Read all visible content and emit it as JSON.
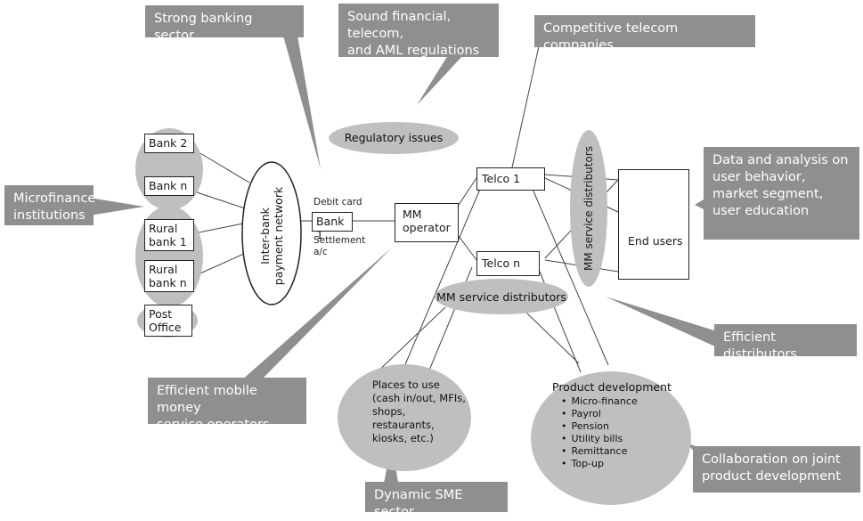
{
  "callouts": {
    "strong_banking": "Strong banking sector",
    "regulations": "Sound financial, telecom,\nand AML regulations and\npolicy",
    "telecom": "Competitive telecom companies",
    "microfinance": "Microfinance\ninstitutions",
    "data_analysis": "Data and analysis on\nuser behavior,\nmarket segment,\nuser education",
    "efficient_distributors": "Efficient distributors",
    "mm_operators": "Efficient mobile money\nservice operators",
    "sme": "Dynamic SME sector",
    "collaboration": "Collaboration on joint\nproduct development"
  },
  "nodes": {
    "bank2": "Bank 2",
    "bankn": "Bank n",
    "rural1": "Rural\nbank 1",
    "ruraln": "Rural\nbank n",
    "post_office": "Post\nOffice",
    "bank1": "Bank 1",
    "mm_operator": "MM\noperator",
    "telco1": "Telco 1",
    "telcon": "Telco n",
    "end_users": "End users"
  },
  "ellipses": {
    "interbank": "Inter-bank\npayment network",
    "regulatory": "Regulatory issues",
    "distributors_vertical": "MM service distributors",
    "distributors_horizontal": "MM service distributors",
    "places": "Places to use\n(cash in/out, MFIs,\nshops, restaurants,\nkiosks, etc.)"
  },
  "labels": {
    "debit_card": "Debit card",
    "settlement": "Settlement\na/c"
  },
  "product_development": {
    "title": "Product development",
    "items": [
      "Micro-finance",
      "Payrol",
      "Pension",
      "Utility bills",
      "Remittance",
      "Top-up"
    ]
  },
  "colors": {
    "callout": "#8f8f8f",
    "ellipse": "#bfbfbf"
  }
}
